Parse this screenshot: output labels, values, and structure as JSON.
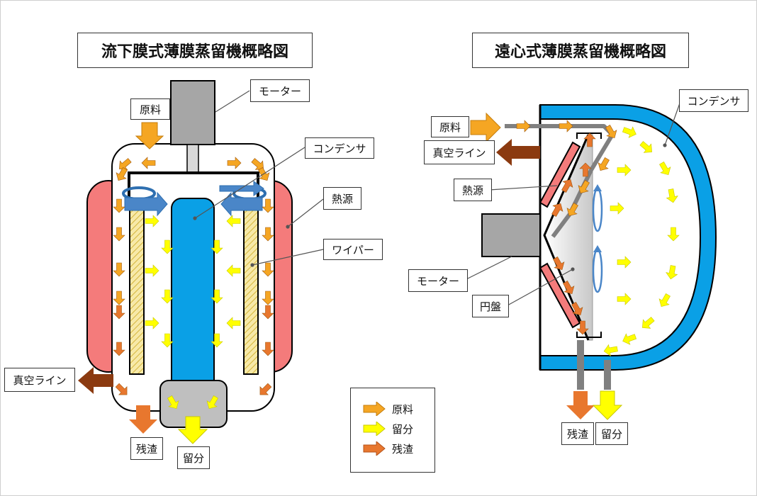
{
  "left": {
    "title": "流下膜式薄膜蒸留機概略図",
    "labels": {
      "motor": "モーター",
      "feed": "原料",
      "condenser": "コンデンサ",
      "heat": "熱源",
      "wiper": "ワイパー",
      "vacuum": "真空ライン",
      "residue": "残渣",
      "distillate": "留分"
    }
  },
  "right": {
    "title": "遠心式薄膜蒸留機概略図",
    "labels": {
      "feed": "原料",
      "vacuum": "真空ライン",
      "heat": "熱源",
      "motor": "モーター",
      "disk": "円盤",
      "condenser": "コンデンサ",
      "residue": "残渣",
      "distillate": "留分"
    }
  },
  "legend": [
    {
      "label": "原料",
      "color": "#f5a623"
    },
    {
      "label": "留分",
      "color": "#ffff00"
    },
    {
      "label": "残渣",
      "color": "#e8772e"
    }
  ],
  "colors": {
    "feed": "#f5a623",
    "distillate": "#ffff00",
    "residue": "#e8772e",
    "vacuum": "#8b3a10",
    "heater": "#f47b7b",
    "condenser": "#0aa0e6",
    "motor": "#a6a6a6",
    "wiper": "#f3df8a"
  }
}
